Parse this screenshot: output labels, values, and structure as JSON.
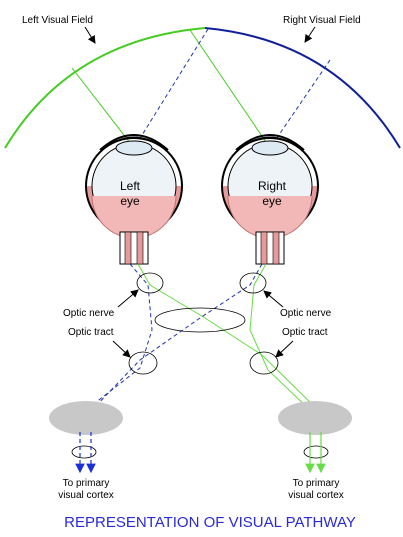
{
  "fields": {
    "left": "Left Visual Field",
    "right": "Right Visual Field"
  },
  "eyes": {
    "left": [
      "Left",
      "eye"
    ],
    "right": [
      "Right",
      "eye"
    ]
  },
  "labels": {
    "optic_nerve": "Optic nerve",
    "optic_tract": "Optic tract"
  },
  "cortex": {
    "left": [
      "To primary",
      "visual cortex"
    ],
    "right": [
      "To primary",
      "visual cortex"
    ]
  },
  "title": "REPRESENTATION OF VISUAL PATHWAY",
  "colors": {
    "left_field": "#44cc22",
    "right_field": "#10209a",
    "left_path": "#66dd44",
    "right_path": "#2233aa",
    "retina": "#e79a9a",
    "lens": "#dde9f3",
    "nucleus": "#c8c8c8",
    "title": "#2a2ad8"
  }
}
